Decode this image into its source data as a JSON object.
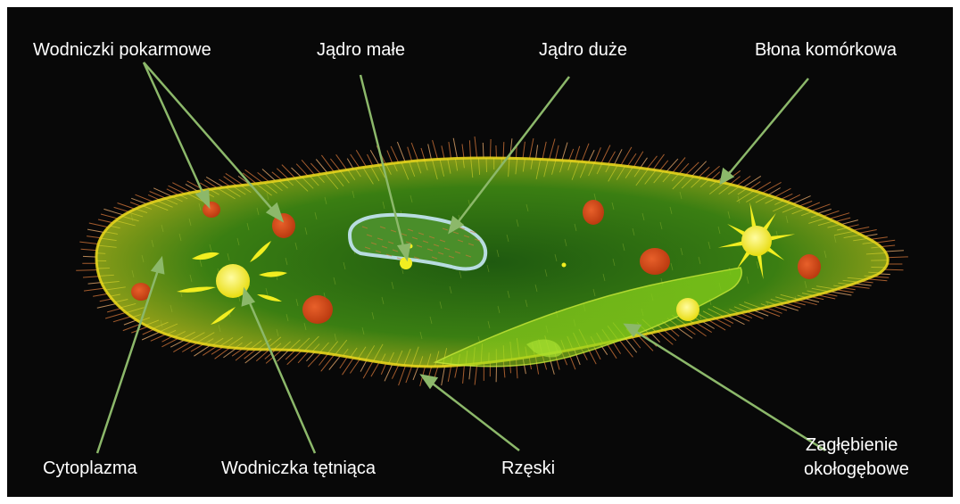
{
  "labels": {
    "food_vacuoles": "Wodniczki pokarmowe",
    "micronucleus": "Jądro małe",
    "macronucleus": "Jądro duże",
    "cell_membrane": "Błona komórkowa",
    "cytoplasm": "Cytoplazma",
    "contractile_vacuole": "Wodniczka tętniąca",
    "cilia": "Rzęski",
    "oral_groove_line1": "Zagłębienie",
    "oral_groove_line2": "okołogębowe"
  },
  "colors": {
    "background": "#080808",
    "cell_body": "#3d8a12",
    "membrane": "#e0d21a",
    "cilia": "#e8883a",
    "food_vacuole": "#d8481a",
    "contractile_vacuole": "#f2ee20",
    "macronucleus": "#a7d4d7",
    "leader_line": "#8cb86a"
  }
}
